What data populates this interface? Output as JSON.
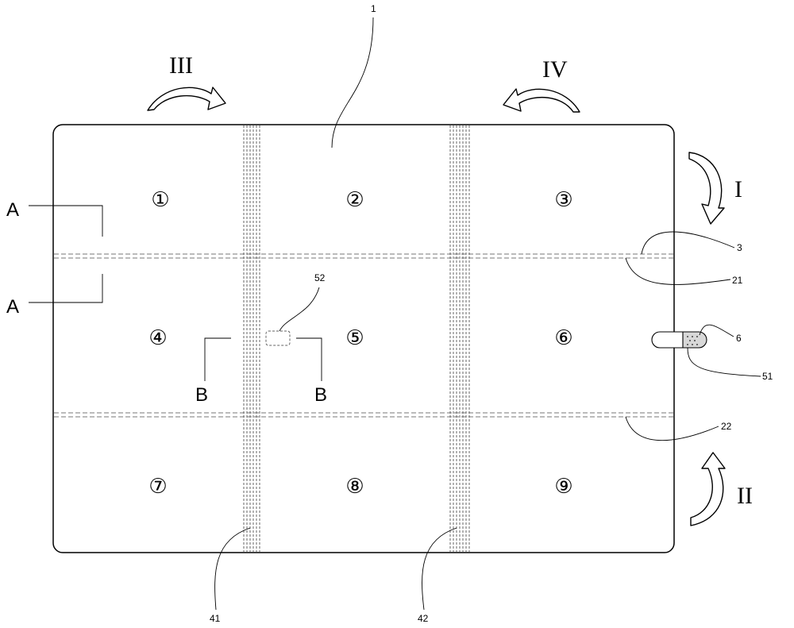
{
  "cells": [
    "①",
    "②",
    "③",
    "④",
    "⑤",
    "⑥",
    "⑦",
    "⑧",
    "⑨"
  ],
  "section_letters": {
    "a_top": "A",
    "a_bottom": "A",
    "b_left": "B",
    "b_right": "B"
  },
  "reference_numbers": {
    "panel": "1",
    "seam_3": "3",
    "fold_21": "21",
    "fold_22": "22",
    "strip_41": "41",
    "strip_42": "42",
    "tab_51": "51",
    "marker_52": "52",
    "tip_6": "6"
  },
  "fold_steps": {
    "step_1": "I",
    "step_2": "II",
    "step_3": "III",
    "step_4": "IV"
  }
}
